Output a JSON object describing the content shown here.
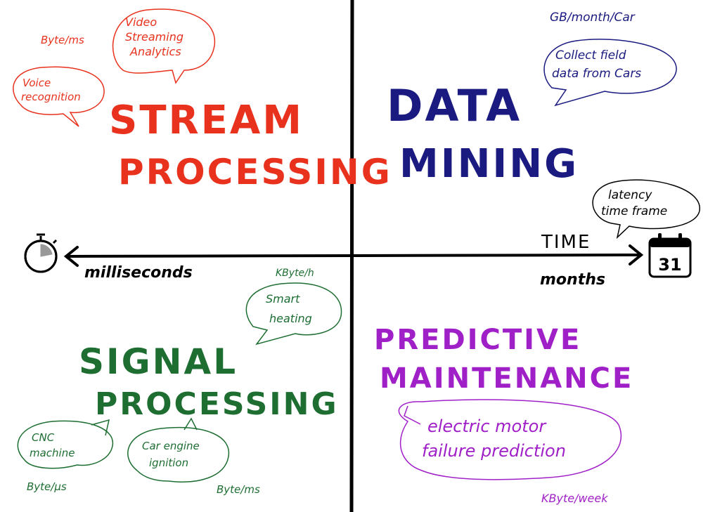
{
  "colors": {
    "stream": "#e8321e",
    "data": "#1a1a80",
    "signal": "#1e6e32",
    "predict": "#a020c8",
    "axis": "#000000"
  },
  "quadrants": {
    "stream": {
      "title_line1": "STREAM",
      "title_line2": "PROCESSING",
      "unit_bytes_ms": "Byte/ms",
      "bubble_video": [
        "Video",
        "Streaming",
        "Analytics"
      ],
      "bubble_voice": [
        "Voice",
        "recognition"
      ]
    },
    "data_mining": {
      "title_line1": "DATA",
      "title_line2": "MINING",
      "unit": "GB/month/Car",
      "bubble_collect": [
        "Collect field",
        "data from Cars"
      ]
    },
    "signal": {
      "title_line1": "SIGNAL",
      "title_line2": "PROCESSING",
      "unit_kbyte_h": "KByte/h",
      "bubble_smart": [
        "Smart",
        "heating"
      ],
      "bubble_cnc": [
        "CNC",
        "machine"
      ],
      "bubble_car": [
        "Car engine",
        "ignition"
      ],
      "unit_byte_us": "Byte/μs",
      "unit_byte_ms": "Byte/ms"
    },
    "predictive": {
      "title_line1": "PREDICTIVE",
      "title_line2": "MAINTENANCE",
      "bubble_motor": [
        "electric motor",
        "failure prediction"
      ],
      "unit": "KByte/week"
    }
  },
  "axis": {
    "left_label": "milliseconds",
    "right_label": "months",
    "time_label": "TIME",
    "latency_bubble": [
      "latency",
      "time frame"
    ],
    "calendar_day": "31",
    "left_icon": "stopwatch-icon",
    "right_icon": "calendar-icon"
  }
}
